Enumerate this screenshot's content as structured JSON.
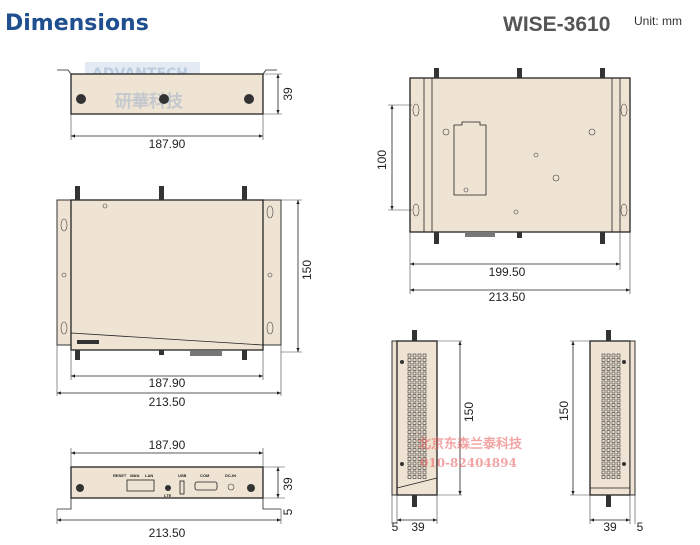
{
  "header": {
    "title": "Dimensions",
    "model": "WISE-3610",
    "unit": "Unit: mm"
  },
  "views": {
    "top_view": {
      "width": "187.90",
      "height": "39"
    },
    "bottom_view": {
      "depth": "100",
      "inner_width": "199.50",
      "outer_width": "213.50"
    },
    "front_view": {
      "depth": "150",
      "body_width": "187.90",
      "outer_width": "213.50"
    },
    "panel_view": {
      "body_width": "187.90",
      "height": "39",
      "flange": "5",
      "outer_width": "213.50",
      "port_labels": [
        "RESET",
        "WAN",
        "LAN",
        "LTE",
        "USB",
        "COM",
        "DC-IN"
      ]
    },
    "side_left": {
      "depth": "150",
      "flange": "5",
      "width": "39"
    },
    "side_right": {
      "depth": "150",
      "width": "39",
      "flange": "5"
    }
  },
  "watermarks": {
    "brand": "ADVANTECH",
    "brand_cn": "研華科技",
    "dealer": "北京东森兰泰科技",
    "phone": "010-82404894"
  }
}
